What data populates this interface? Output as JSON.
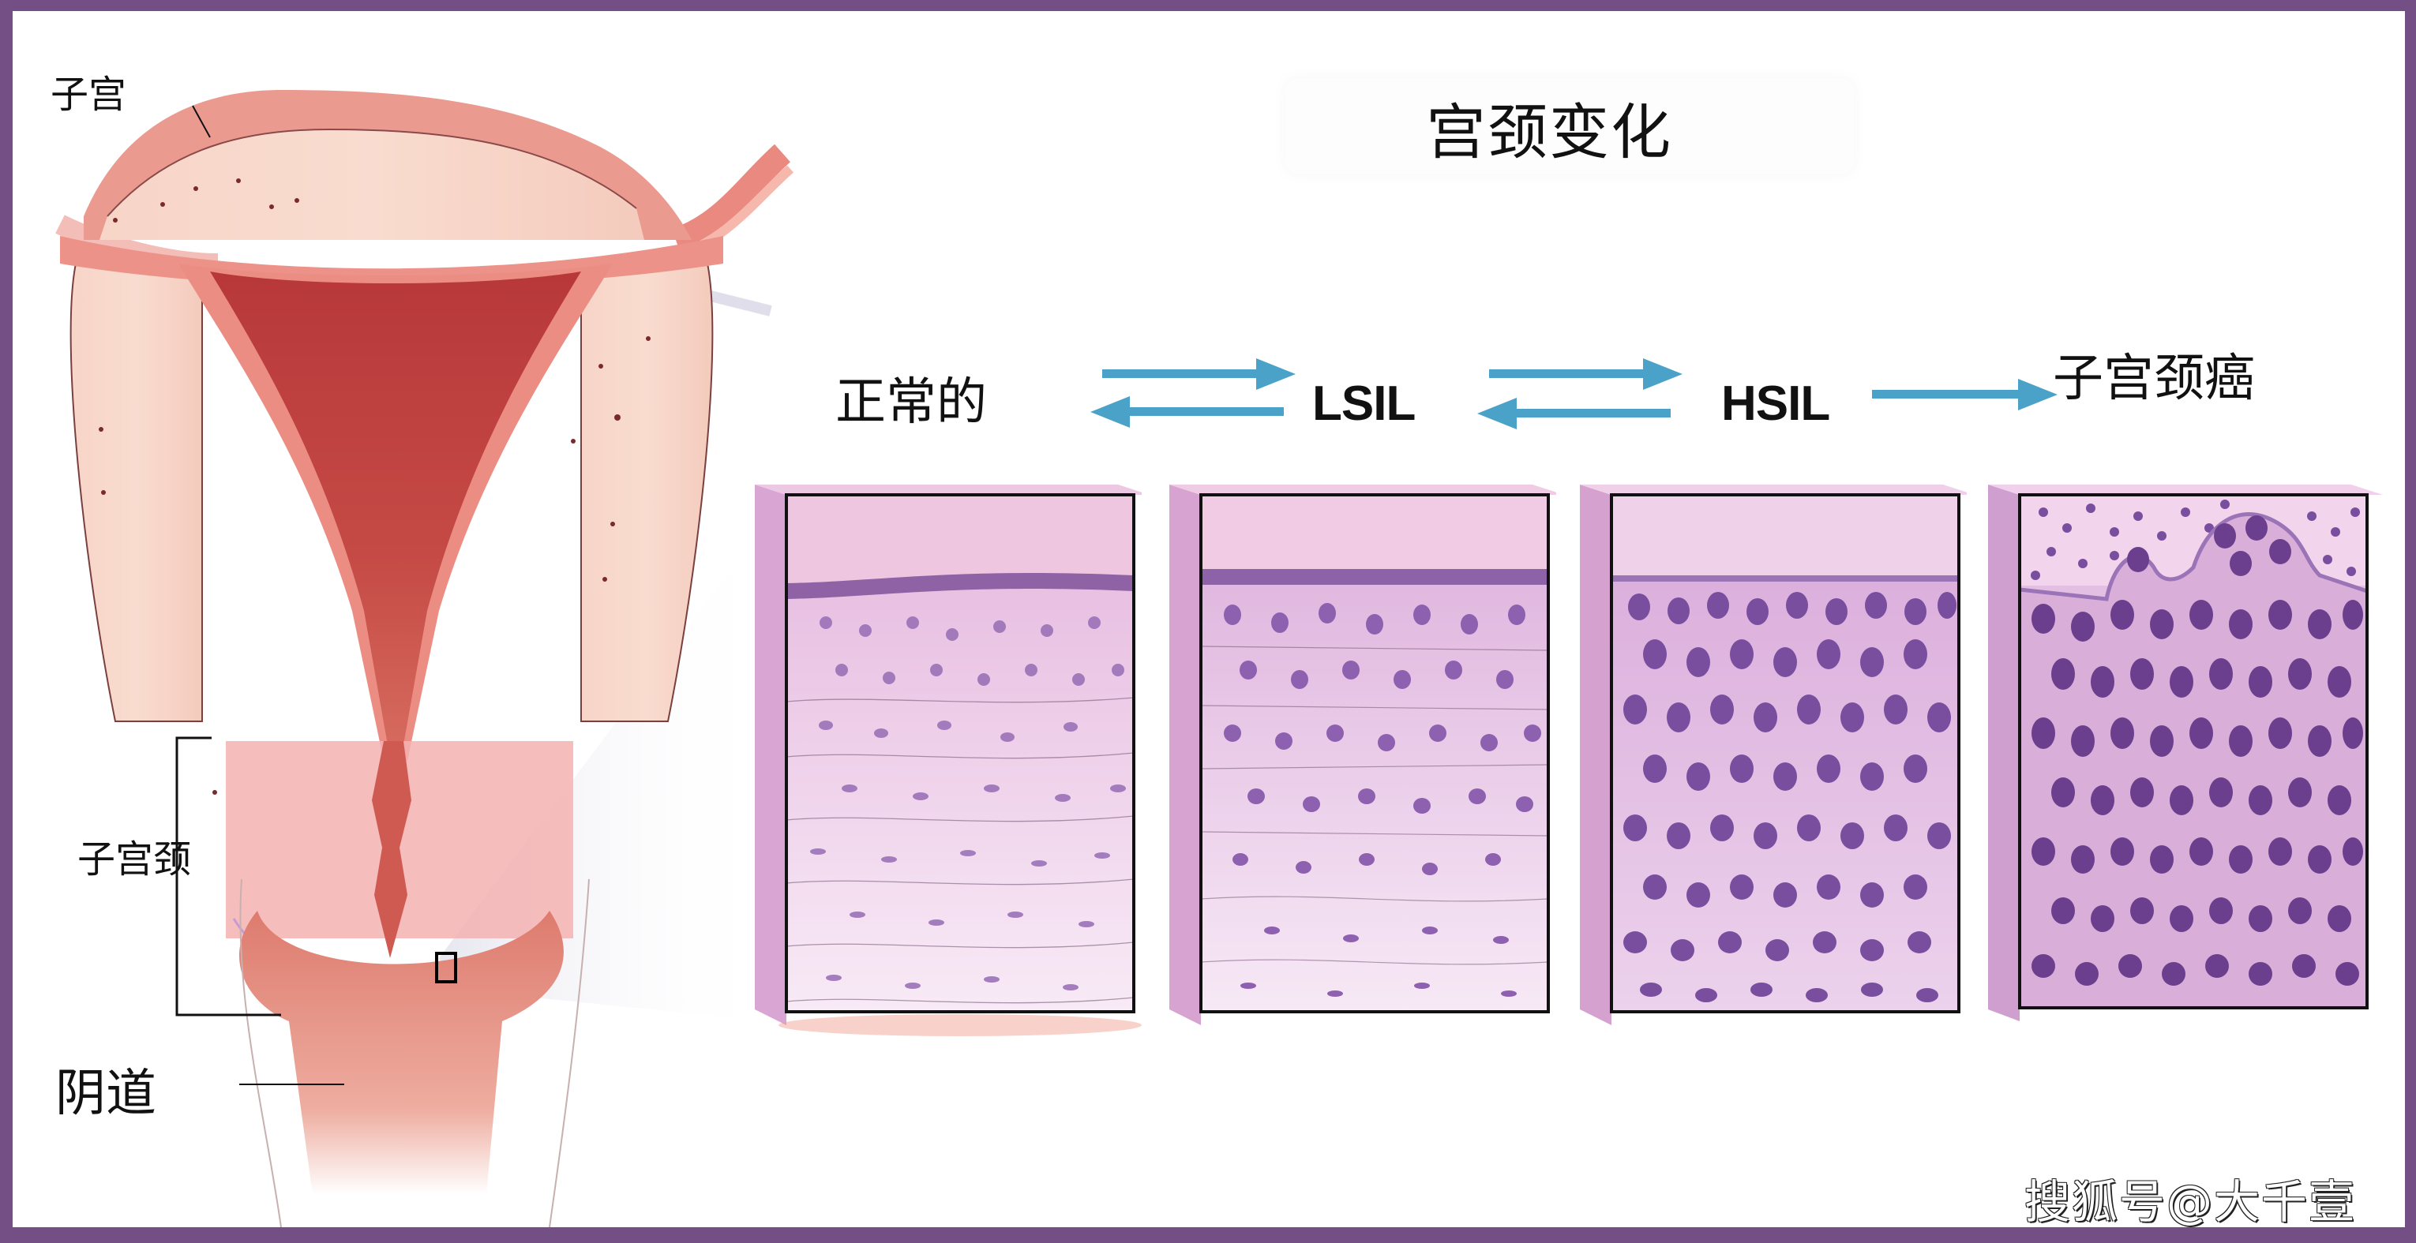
{
  "frame": {
    "border_color": "#744f85",
    "background": "#ffffff"
  },
  "title": "宫颈变化",
  "anatomy": {
    "labels": {
      "uterus": "子宫",
      "cervix": "子宫颈",
      "vagina": "阴道"
    },
    "colors": {
      "tissue_light": "#f6cfc3",
      "tissue_mid": "#ee9a8f",
      "cavity": "#c0433f",
      "cervix_overlay": "#f4b3b4"
    }
  },
  "progression": {
    "arrow_color": "#4ba2c8",
    "stages": [
      {
        "id": "normal",
        "label": "正常的"
      },
      {
        "id": "lsil",
        "label": "LSIL"
      },
      {
        "id": "hsil",
        "label": "HSIL"
      },
      {
        "id": "cancer",
        "label": "子宫颈癌"
      }
    ],
    "transitions": [
      {
        "from": "正常的",
        "to": "LSIL",
        "direction": "bidirectional"
      },
      {
        "from": "LSIL",
        "to": "HSIL",
        "direction": "bidirectional"
      },
      {
        "from": "HSIL",
        "to": "子宫颈癌",
        "direction": "forward"
      }
    ]
  },
  "tissue_panels": [
    {
      "stage": "正常的",
      "nucleus_color": "#9b72b8",
      "background": "#e9c6e8",
      "top_layer": "#ecc3df",
      "nuclei_size": "small"
    },
    {
      "stage": "LSIL",
      "nucleus_color": "#8e60b0",
      "background": "#e6bfe4",
      "top_layer": "#eec7e2",
      "nuclei_size": "medium"
    },
    {
      "stage": "HSIL",
      "nucleus_color": "#7a4e9e",
      "background": "#deb6e0",
      "top_layer": "#efcfe8",
      "nuclei_size": "large"
    },
    {
      "stage": "子宫颈癌",
      "nucleus_color": "#6b3f8e",
      "background": "#e6c0e5",
      "top_layer": "#f0cdea",
      "nuclei_size": "large-invasive"
    }
  ],
  "watermark": "搜狐号@大千壹"
}
